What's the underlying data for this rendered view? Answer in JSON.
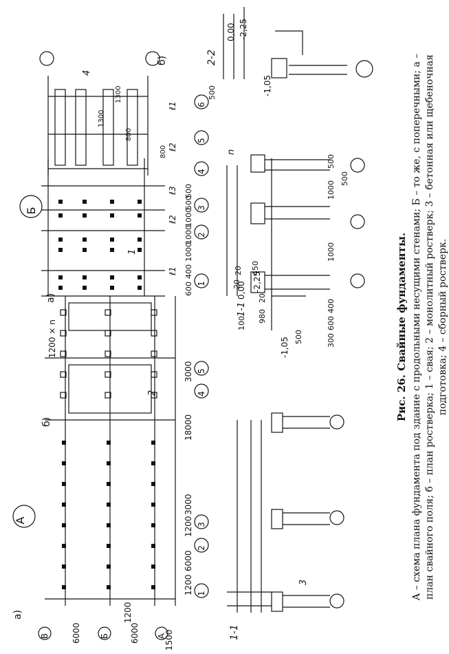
{
  "figure": {
    "panel_a": "А",
    "panel_b": "Б",
    "sub_a": "а)",
    "sub_b": "б)",
    "dims_a": [
      "1200",
      "6000",
      "1200",
      "3000",
      "18000",
      "3000",
      "1500",
      "1200",
      "6000",
      "6000"
    ],
    "axes_numeric_a": [
      "1",
      "2",
      "3",
      "4",
      "5"
    ],
    "axes_letter": [
      "А",
      "Б",
      "В"
    ],
    "section_1": "1-1",
    "section_2": "2-2",
    "dims_b": [
      "600",
      "400",
      "1000",
      "1000",
      "1000",
      "500",
      "500",
      "800",
      "800",
      "1300",
      "1300",
      "1200 × n"
    ],
    "labels_b": [
      "ℓ1",
      "ℓ2",
      "ℓ3",
      "ℓ2",
      "ℓ1"
    ],
    "axes_numeric_b": [
      "1",
      "2",
      "3",
      "4",
      "5",
      "6"
    ],
    "levels": [
      "0,00",
      "-2,25",
      "-1,05",
      "0,00",
      "-2,25",
      "-1,05"
    ],
    "dims_section": [
      "300",
      "100",
      "20",
      "980",
      "20",
      "450",
      "20",
      "500",
      "500",
      "600",
      "400",
      "1000",
      "1000",
      "500",
      "500"
    ],
    "callouts": [
      "1",
      "2",
      "3",
      "4",
      "n"
    ]
  },
  "caption": {
    "title": "Рис. 26. Свайные фундаменты.",
    "text": "А – схема плана фундамента под здание с продольными несущими стенами; Б – то же, с поперечными; а – план свайного поля; б – план ростверка; 1 – свая; 2 – монолитный ростверк; 3 – бетонная или щебеночная подготовка; 4 – сборный ростверк."
  }
}
